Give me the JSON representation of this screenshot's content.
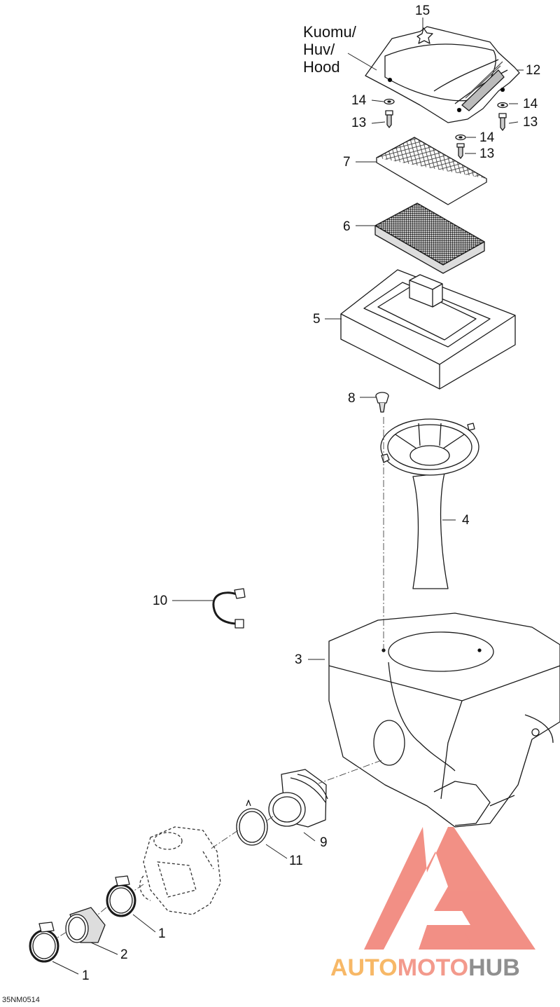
{
  "diagram": {
    "hood_label": [
      "Kuomu/",
      "Huv/",
      "Hood"
    ],
    "callouts": {
      "c15": "15",
      "c12": "12",
      "c14a": "14",
      "c13a": "13",
      "c14b": "14",
      "c13b": "13",
      "c14c": "14",
      "c13c": "13",
      "c7": "7",
      "c6": "6",
      "c5": "5",
      "c8": "8",
      "c4": "4",
      "c10": "10",
      "c3": "3",
      "c9": "9",
      "c11": "11",
      "c1a": "1",
      "c2": "2",
      "c1b": "1"
    },
    "drawing_code": "35NM0514"
  },
  "watermark": {
    "part1": "AUTO",
    "part2": "MOTO",
    "part3": "HUB",
    "colors": {
      "auto": "#f7b867",
      "moto": "#f39a8c",
      "hub": "#8f8f8f",
      "logo": "#f07c70"
    }
  }
}
